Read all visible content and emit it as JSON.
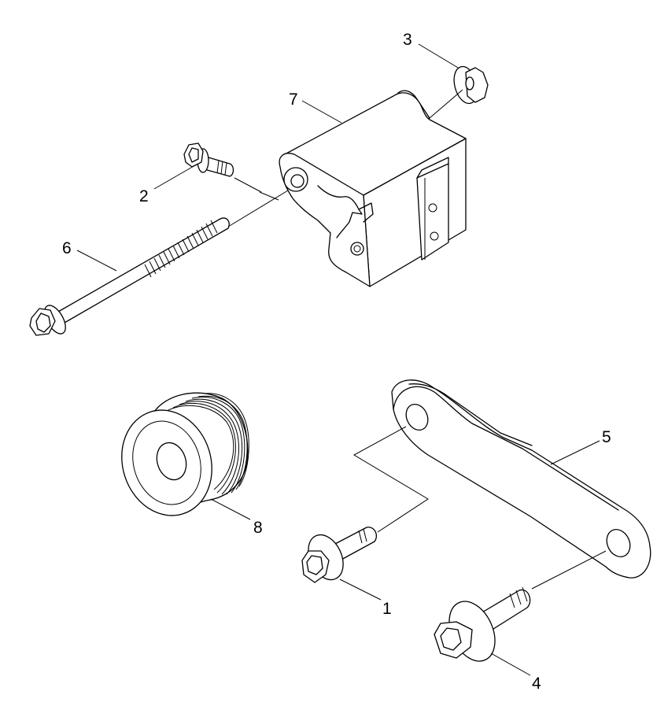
{
  "diagram": {
    "callouts": [
      {
        "id": "c1",
        "label": "1",
        "part": "short-flange-bolt"
      },
      {
        "id": "c2",
        "label": "2",
        "part": "small-flange-bolt"
      },
      {
        "id": "c3",
        "label": "3",
        "part": "flange-nut"
      },
      {
        "id": "c4",
        "label": "4",
        "part": "flange-bolt"
      },
      {
        "id": "c5",
        "label": "5",
        "part": "link-bracket"
      },
      {
        "id": "c6",
        "label": "6",
        "part": "long-bolt"
      },
      {
        "id": "c7",
        "label": "7",
        "part": "tensioner-body"
      },
      {
        "id": "c8",
        "label": "8",
        "part": "pulley"
      }
    ]
  }
}
